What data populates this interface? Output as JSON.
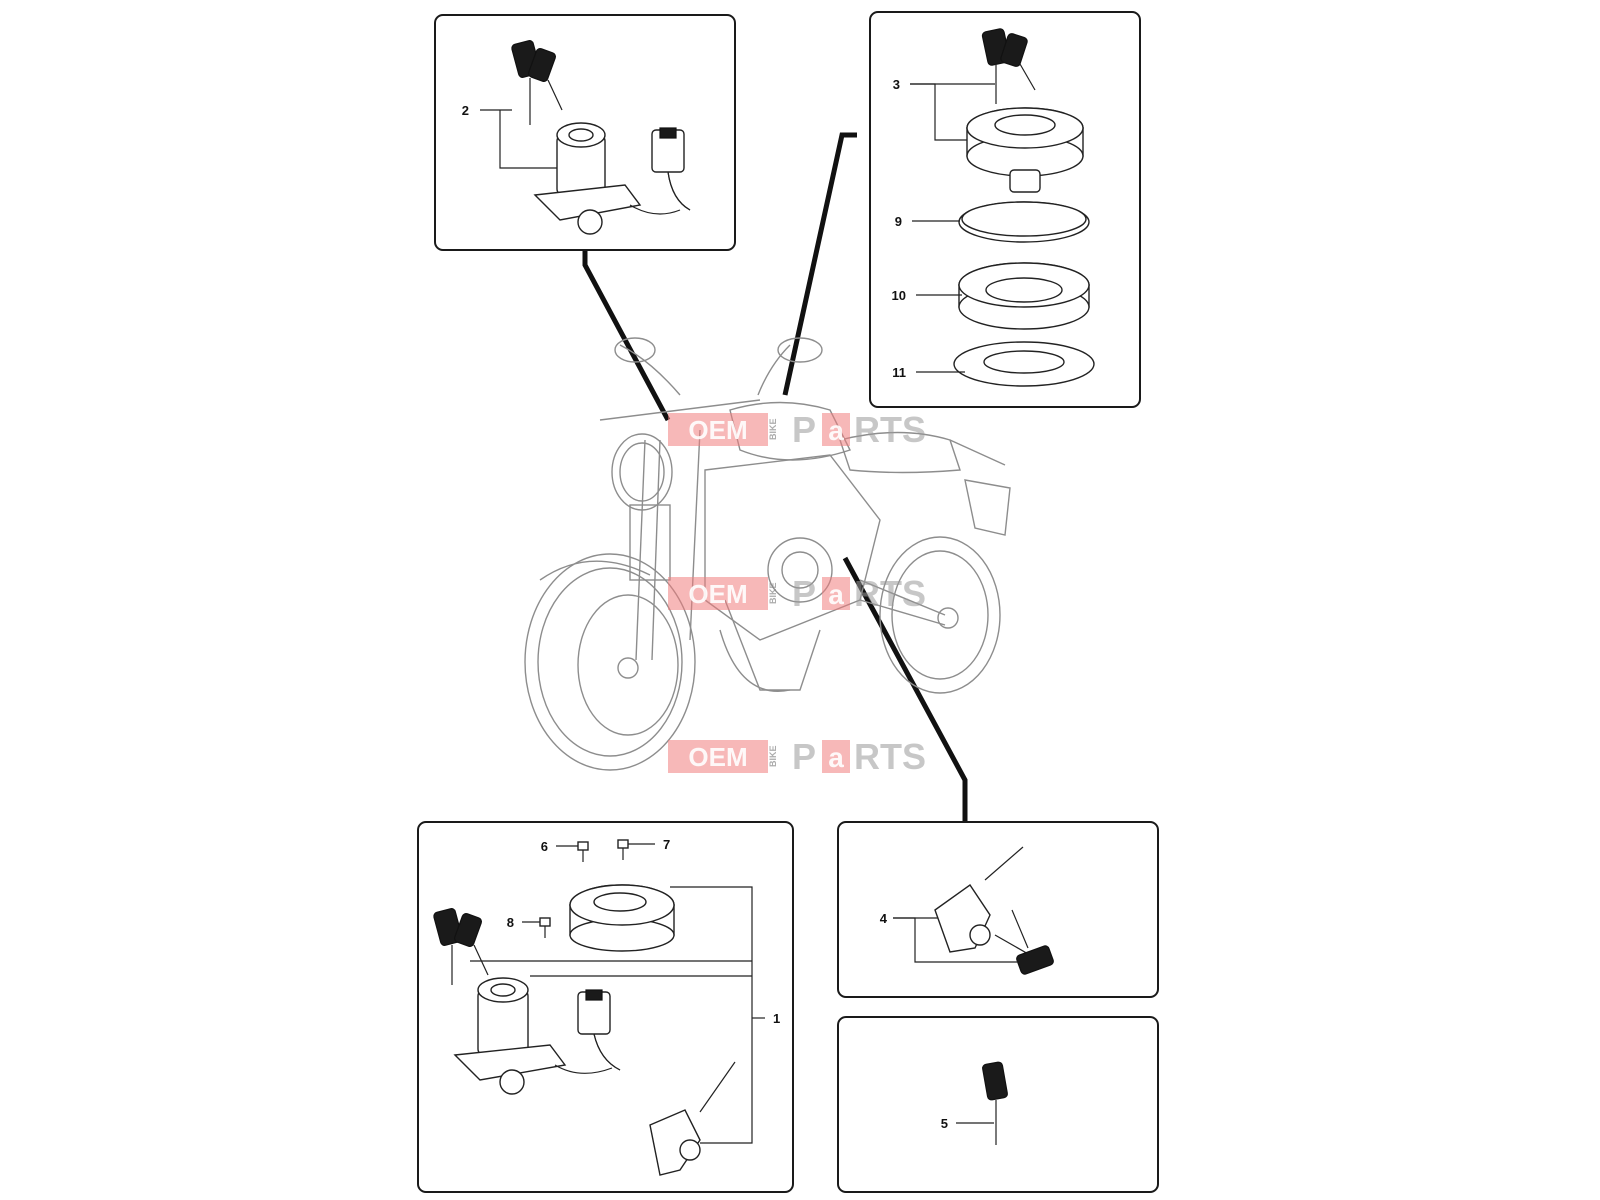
{
  "callouts": {
    "p1": "1",
    "p2": "2",
    "p3": "3",
    "p4": "4",
    "p5": "5",
    "p6": "6",
    "p7": "7",
    "p8": "8",
    "p9": "9",
    "p10": "10",
    "p11": "11"
  },
  "watermark": {
    "brand_left": "OEM",
    "brand_mid": "BIKE",
    "brand_right_1": "P",
    "brand_right_2": "a",
    "brand_right_3": "RTS"
  },
  "colors": {
    "watermark_red": "#f07d7d",
    "line": "#222222",
    "bike_outline": "#8d8d8d"
  },
  "icons": [
    "key-icon",
    "ignition-switch-icon",
    "fuel-cap-icon",
    "seat-lock-icon",
    "connector-icon",
    "screw-icon"
  ]
}
